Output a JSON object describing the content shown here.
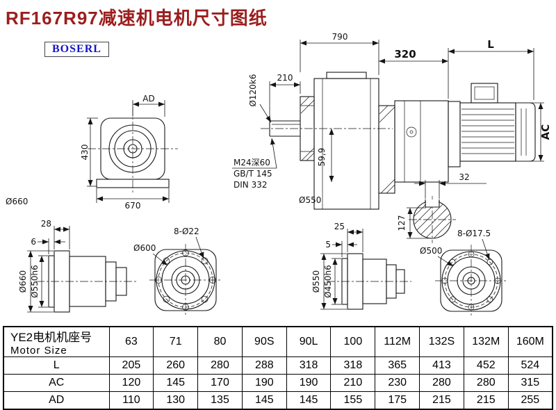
{
  "page": {
    "title": "RF167R97减速机电机尺寸图纸",
    "logo": "BOSERL"
  },
  "dims": {
    "front": {
      "ad": "AD",
      "h": "430",
      "w": "670",
      "od": "Ø660"
    },
    "side": {
      "total": "790",
      "shaft_len": "210",
      "shaft_dia": "Ø120k6",
      "tap": "M24深60",
      "std1": "GB/T 145",
      "std2": "DIN 332",
      "h599": "59,9",
      "flange": "Ø550"
    },
    "motor": {
      "adapter": "320",
      "len": "L",
      "ac": "AC",
      "key_w": "32",
      "key_h": "127"
    },
    "b1": {
      "t1": "28",
      "t2": "6",
      "od": "Ø660",
      "spigot": "Ø550h6"
    },
    "b2": {
      "bolt_circle": "Ø600",
      "holes": "8-Ø22"
    },
    "b3": {
      "t1": "25",
      "t2": "5",
      "od": "Ø550",
      "spigot": "Ø450h6"
    },
    "b4": {
      "bolt_circle": "Ø500",
      "holes": "8-Ø17.5"
    }
  },
  "table": {
    "header_cn": "YE2电机机座号",
    "header_en": "Motor Size",
    "columns": [
      "63",
      "71",
      "80",
      "90S",
      "90L",
      "100",
      "112M",
      "132S",
      "132M",
      "160M"
    ],
    "rows": [
      {
        "label": "L",
        "values": [
          "205",
          "260",
          "280",
          "288",
          "318",
          "318",
          "365",
          "413",
          "452",
          "524"
        ]
      },
      {
        "label": "AC",
        "values": [
          "120",
          "145",
          "170",
          "190",
          "190",
          "210",
          "230",
          "280",
          "280",
          "315"
        ]
      },
      {
        "label": "AD",
        "values": [
          "110",
          "130",
          "135",
          "145",
          "145",
          "155",
          "175",
          "215",
          "215",
          "255"
        ]
      }
    ]
  }
}
